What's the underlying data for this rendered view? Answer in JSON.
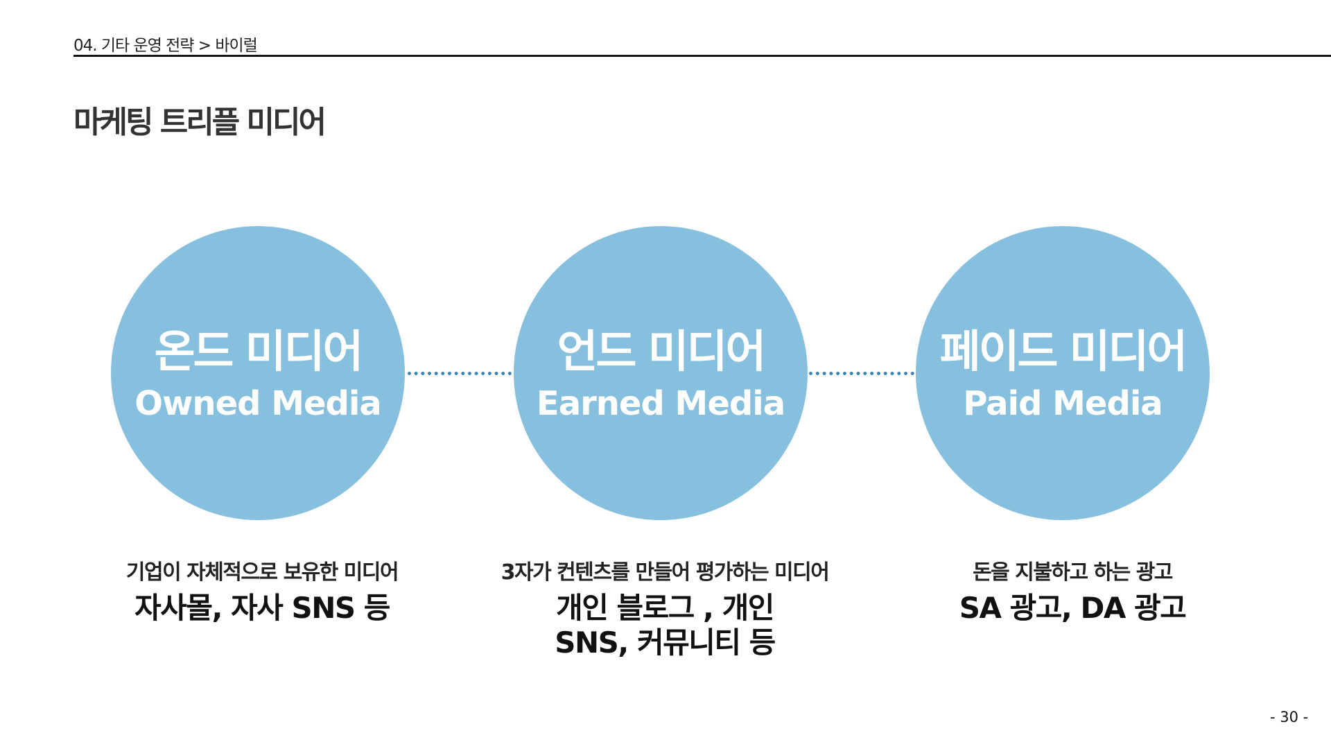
{
  "header": {
    "breadcrumb": "04. 기타 운영 전략 >  바이럴"
  },
  "page_title": "마케팅 트리플 미디어",
  "media": [
    {
      "ko": "온드 미디어",
      "en": "Owned Media",
      "desc": "기업이 자체적으로 보유한 미디어",
      "examples": "자사몰, 자사 SNS 등"
    },
    {
      "ko": "언드 미디어",
      "en": "Earned Media",
      "desc": "3자가 컨텐츠를 만들어 평가하는 미디어",
      "examples": "개인 블로그 , 개인 SNS, 커뮤니티 등"
    },
    {
      "ko": "페이드 미디어",
      "en": "Paid Media",
      "desc": "돈을 지불하고 하는 광고",
      "examples": "SA 광고, DA 광고"
    }
  ],
  "colors": {
    "circle": "#87c0de",
    "connector": "#3a86b0"
  },
  "footer": {
    "page_number": "- 30 -"
  }
}
